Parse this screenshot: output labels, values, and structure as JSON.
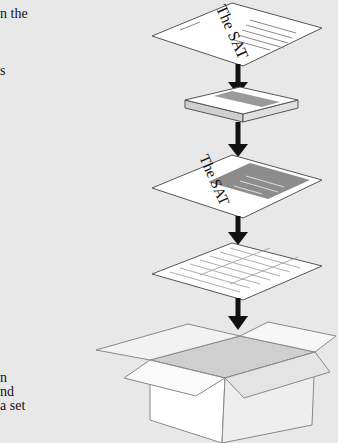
{
  "diagram": {
    "labels": [
      "n the",
      "The SAT",
      "s",
      "The SAT",
      "n",
      "nd",
      "a set"
    ]
  }
}
